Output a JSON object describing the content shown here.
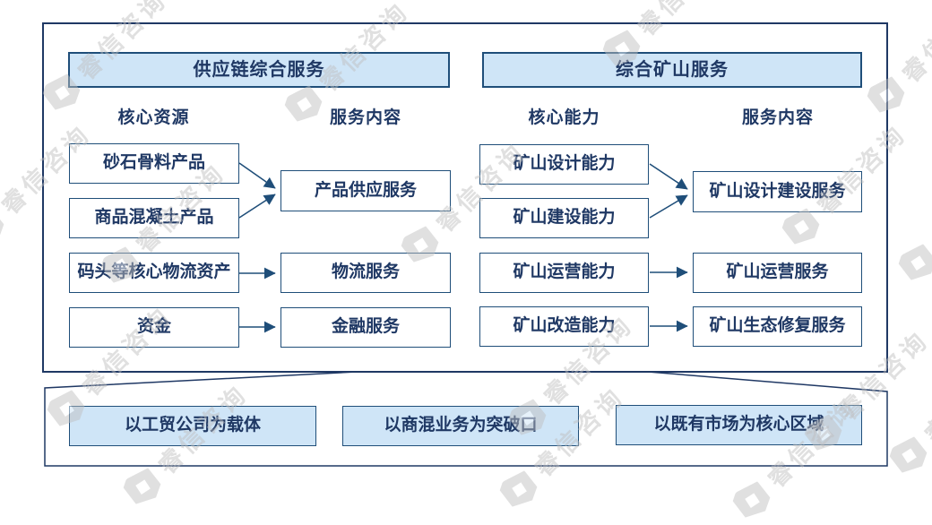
{
  "watermark": {
    "text": "睿信咨询"
  },
  "diagram": {
    "left_section": {
      "header": "供应链综合服务",
      "col1_label": "核心资源",
      "col2_label": "服务内容",
      "sources": [
        "砂石骨料产品",
        "商品混凝土产品",
        "码头等核心物流资产",
        "资金"
      ],
      "services": [
        "产品供应服务",
        "物流服务",
        "金融服务"
      ]
    },
    "right_section": {
      "header": "综合矿山服务",
      "col1_label": "核心能力",
      "col2_label": "服务内容",
      "sources": [
        "矿山设计能力",
        "矿山建设能力",
        "矿山运营能力",
        "矿山改造能力"
      ],
      "services": [
        "矿山设计建设服务",
        "矿山运营服务",
        "矿山生态修复服务"
      ]
    },
    "bottom_strategies": [
      "以工贸公司为载体",
      "以商混业务为突破口",
      "以既有市场为核心区域"
    ],
    "colors": {
      "light_blue_fill": "#cfe5f7",
      "border_navy": "#1f4e79",
      "text_navy": "#1f3864",
      "outline_navy": "#1f3864",
      "watermark_gray": "#bfbfbf"
    }
  }
}
